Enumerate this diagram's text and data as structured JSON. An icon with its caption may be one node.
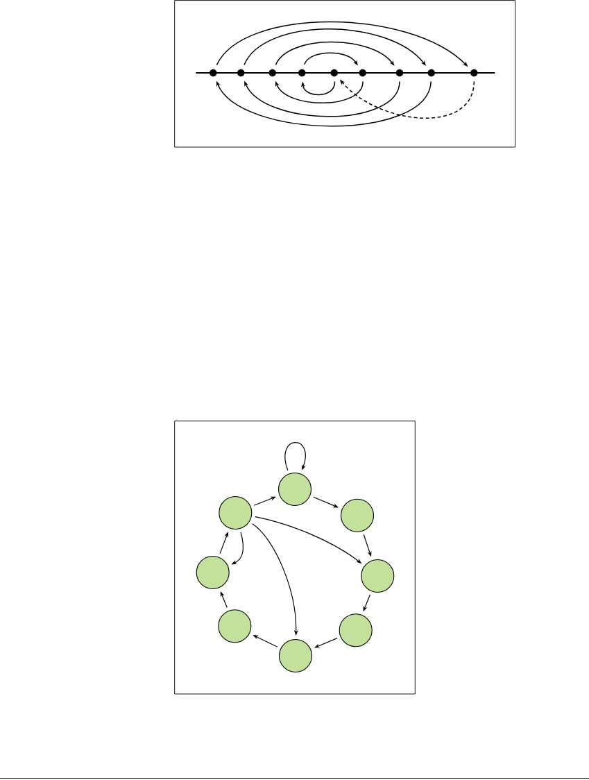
{
  "diagram": {
    "nodes": [
      {
        "text": [],
        "shape": "dot"
      },
      {
        "text": [],
        "shape": "dot"
      },
      {
        "text": [],
        "shape": "dot"
      },
      {
        "text": [],
        "shape": "dot"
      },
      {
        "text": [],
        "shape": "dot"
      },
      {
        "text": [],
        "shape": "dot"
      },
      {
        "text": [],
        "shape": "dot"
      },
      {
        "text": [],
        "shape": "dot"
      },
      {
        "text": [],
        "shape": "dot"
      },
      {
        "text": [],
        "shape": "circle"
      },
      {
        "text": [],
        "shape": "circle"
      },
      {
        "text": [],
        "shape": "circle"
      },
      {
        "text": [],
        "shape": "circle"
      },
      {
        "text": [],
        "shape": "circle"
      },
      {
        "text": [],
        "shape": "circle"
      },
      {
        "text": [],
        "shape": "circle"
      },
      {
        "text": [],
        "shape": "circle"
      }
    ],
    "edges": [
      {
        "from": 3,
        "to": 5,
        "arrow": "to"
      },
      {
        "from": 2,
        "to": 6,
        "arrow": "to"
      },
      {
        "from": 1,
        "to": 7,
        "arrow": "to"
      },
      {
        "from": 0,
        "to": 8,
        "arrow": "to"
      },
      {
        "from": 4,
        "to": 3,
        "arrow": "to"
      },
      {
        "from": 5,
        "to": 2,
        "arrow": "to"
      },
      {
        "from": 6,
        "to": 1,
        "arrow": "to"
      },
      {
        "from": 7,
        "to": 0,
        "arrow": "to"
      },
      {
        "from": 8,
        "to": 4,
        "arrow": "to",
        "style": "dashed"
      },
      {
        "from": 9,
        "to": 9,
        "arrow": "to"
      },
      {
        "from": 10,
        "to": 9,
        "arrow": "to"
      },
      {
        "from": 9,
        "to": 11,
        "arrow": "to"
      },
      {
        "from": 11,
        "to": 13,
        "arrow": "to"
      },
      {
        "from": 13,
        "to": 15,
        "arrow": "to"
      },
      {
        "from": 15,
        "to": 16,
        "arrow": "to"
      },
      {
        "from": 16,
        "to": 14,
        "arrow": "to"
      },
      {
        "from": 14,
        "to": 12,
        "arrow": "to"
      },
      {
        "from": 12,
        "to": 10,
        "arrow": "to"
      },
      {
        "from": 10,
        "to": 12,
        "arrow": "to"
      },
      {
        "from": 10,
        "to": 13,
        "arrow": "to"
      },
      {
        "from": 10,
        "to": 16,
        "arrow": "to"
      }
    ]
  }
}
